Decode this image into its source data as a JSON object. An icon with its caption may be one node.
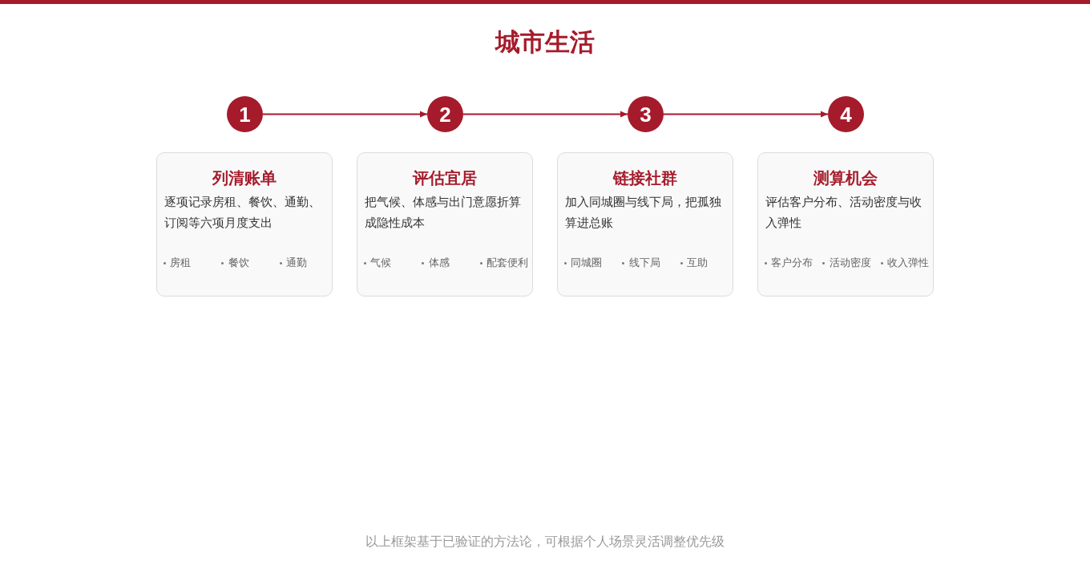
{
  "diagram": {
    "title": "城市生活",
    "caption": "以上框架基于已验证的方法论，可根据个人场景灵活调整优先级",
    "nodes": [
      {
        "text": [
          "1"
        ]
      },
      {
        "text": [
          "列清账单",
          "逐项记录房租、餐饮、通勤、订阅等六项月度支出",
          "房租",
          "餐饮",
          "通勤"
        ]
      },
      {
        "text": [
          "2"
        ]
      },
      {
        "text": [
          "评估宜居",
          "把气候、体感与出门意愿折算成隐性成本",
          "气候",
          "体感",
          "配套便利"
        ]
      },
      {
        "text": [
          "3"
        ]
      },
      {
        "text": [
          "链接社群",
          "加入同城圈与线下局，把孤独算进总账",
          "同城圈",
          "线下局",
          "互助"
        ]
      },
      {
        "text": [
          "4"
        ]
      },
      {
        "text": [
          "测算机会",
          "评估客户分布、活动密度与收入弹性",
          "客户分布",
          "活动密度",
          "收入弹性"
        ]
      }
    ],
    "edges": [
      {
        "from": 0,
        "to": 2,
        "arrow": "to"
      },
      {
        "from": 2,
        "to": 4,
        "arrow": "to"
      },
      {
        "from": 4,
        "to": 6,
        "arrow": "to"
      }
    ]
  }
}
